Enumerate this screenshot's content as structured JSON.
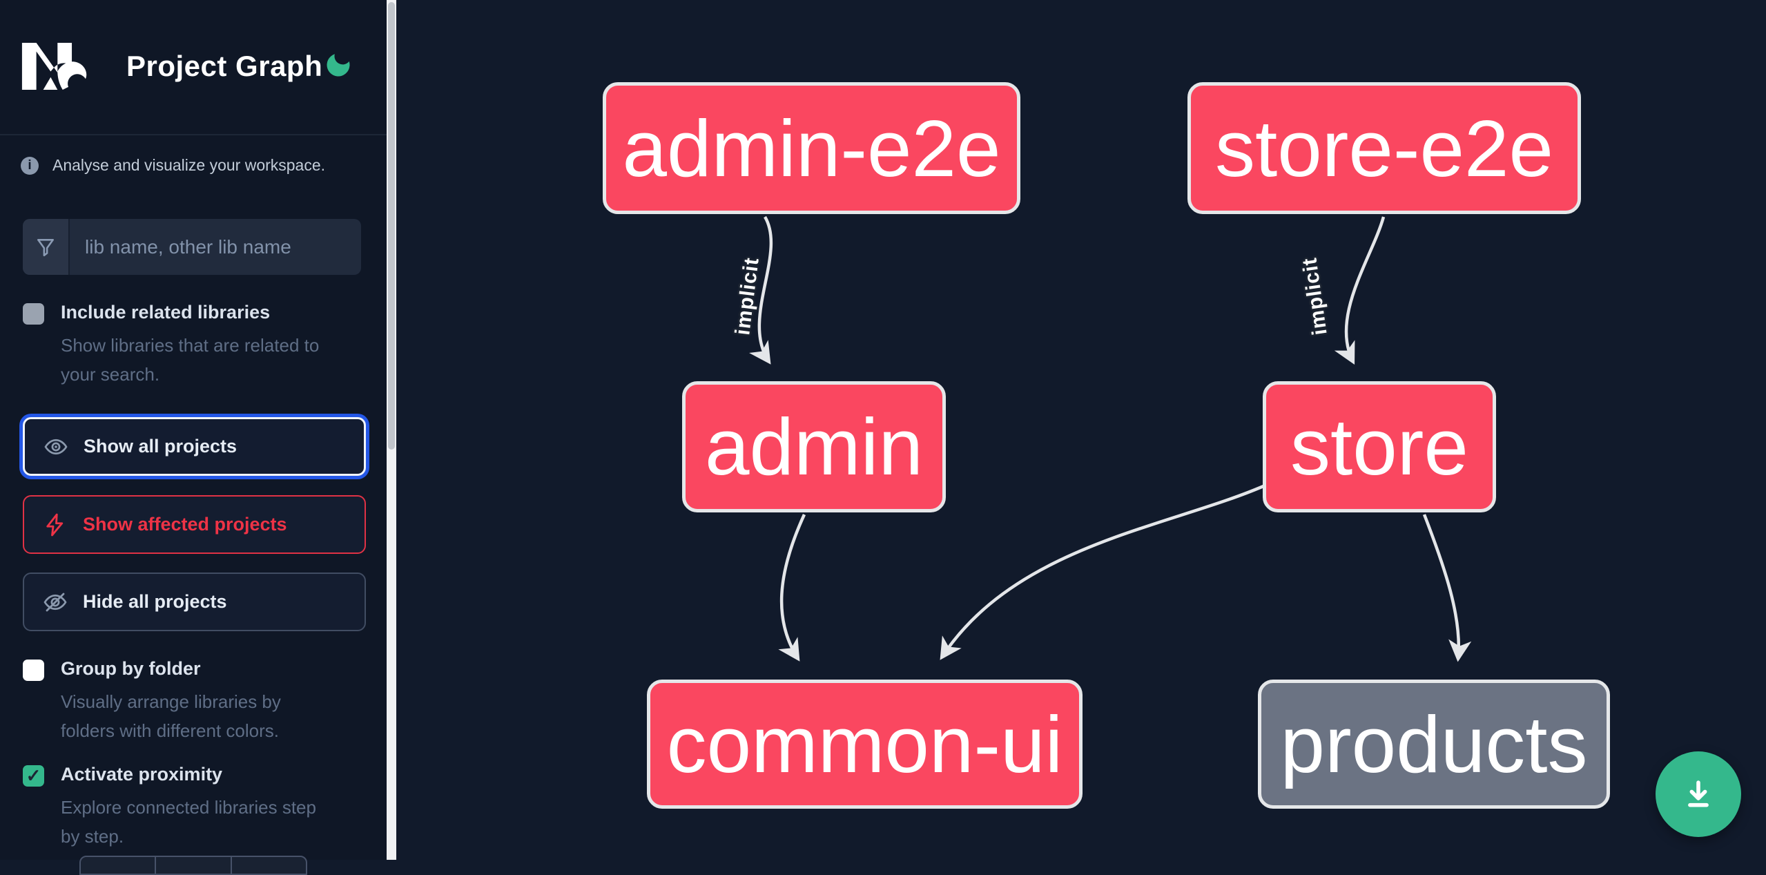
{
  "app": {
    "title": "Project Graph"
  },
  "sidebar": {
    "info": "Analyse and visualize your workspace.",
    "search_placeholder": "lib name, other lib name",
    "include_related": {
      "label": "Include related libraries",
      "line1": "Show libraries that are related to",
      "line2": "your search.",
      "checked": false
    },
    "actions": {
      "show_all": "Show all projects",
      "show_affected": "Show affected projects",
      "hide_all": "Hide all projects"
    },
    "group_by_folder": {
      "label": "Group by folder",
      "line1": "Visually arrange libraries by",
      "line2": "folders with different colors.",
      "checked": false
    },
    "proximity": {
      "label": "Activate proximity",
      "line1": "Explore connected libraries step",
      "line2": "by step.",
      "checked": true,
      "checkmark": "✓"
    }
  },
  "graph": {
    "nodes": [
      {
        "id": "admin-e2e",
        "label": "admin-e2e",
        "type": "affected"
      },
      {
        "id": "store-e2e",
        "label": "store-e2e",
        "type": "affected"
      },
      {
        "id": "admin",
        "label": "admin",
        "type": "affected"
      },
      {
        "id": "store",
        "label": "store",
        "type": "affected"
      },
      {
        "id": "common-ui",
        "label": "common-ui",
        "type": "affected"
      },
      {
        "id": "products",
        "label": "products",
        "type": "normal"
      }
    ],
    "edges": [
      {
        "from": "admin-e2e",
        "to": "admin",
        "label": "implicit"
      },
      {
        "from": "store-e2e",
        "to": "store",
        "label": "implicit"
      },
      {
        "from": "admin",
        "to": "common-ui",
        "label": ""
      },
      {
        "from": "store",
        "to": "common-ui",
        "label": ""
      },
      {
        "from": "store",
        "to": "products",
        "label": ""
      }
    ]
  },
  "colors": {
    "accent_green": "#34b88c",
    "affected_pink": "#fa4760",
    "normal_gray": "#6b7383",
    "focus_blue": "#2457e6",
    "danger_red": "#ee3346",
    "edge_gray": "#e4e6e9"
  }
}
